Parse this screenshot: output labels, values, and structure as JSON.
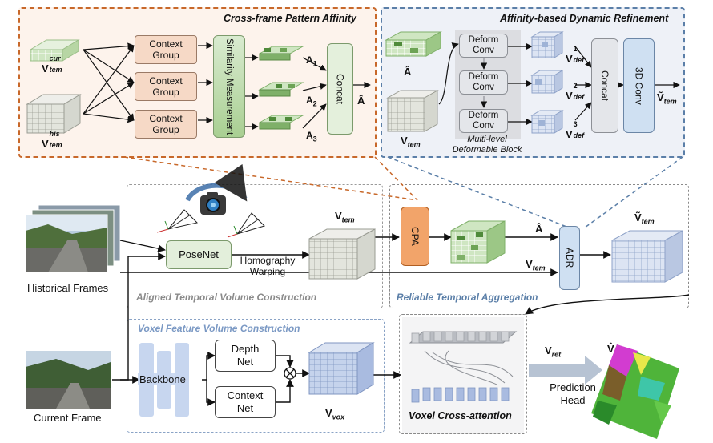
{
  "panels": {
    "cpa_title": "Cross-frame Pattern Affinity",
    "adr_title": "Affinity-based Dynamic Refinement",
    "atvc_title": "Aligned Temporal Volume Construction",
    "rta_title": "Reliable Temporal Aggregation",
    "vfvc_title": "Voxel Feature Volume Construction"
  },
  "cpa": {
    "context_group": "Context Group",
    "similarity": "Similarity Measurement",
    "concat": "Concat",
    "v_cur": "V",
    "v_cur_sup": "cur",
    "v_cur_sub": "tem",
    "v_his": "V",
    "v_his_sup": "his",
    "v_his_sub": "tem",
    "a1": "A",
    "a1_sub": "1",
    "a2": "A",
    "a2_sub": "2",
    "a3": "A",
    "a3_sub": "3",
    "a_hat": "Â"
  },
  "adr": {
    "a_hat": "Â",
    "v_tem": "V",
    "v_tem_sub": "tem",
    "deform_conv": "Deform Conv",
    "block_label": "Multi-level Deformable Block",
    "vdef1": "V",
    "vdef1_sup": "1",
    "vdef2": "V",
    "vdef2_sup": "2",
    "vdef3": "V",
    "vdef3_sup": "3",
    "def_sub": "def",
    "concat": "Concat",
    "conv3d": "3D Conv",
    "v_out": "Ṽ",
    "v_out_sub": "tem"
  },
  "middle": {
    "historical_frames": "Historical Frames",
    "current_frame": "Current Frame",
    "posenet": "PoseNet",
    "homography": "Homography Warping",
    "v_tem": "V",
    "v_tem_sub": "tem",
    "cpa": "CPA",
    "adr": "ADR",
    "a_hat": "Â",
    "v_tem2": "V",
    "v_tem2_sub": "tem",
    "v_tilde": "Ṽ",
    "v_tilde_sub": "tem"
  },
  "bottom": {
    "backbone": "Backbone",
    "depth_net": "Depth Net",
    "context_net": "Context Net",
    "v_vox": "V",
    "v_vox_sub": "vox",
    "voxel_cross_attention": "Voxel Cross-attention",
    "v_ret": "V",
    "v_ret_sub": "ret",
    "prediction_head": "Prediction Head",
    "v_hat": "V̂"
  },
  "colors": {
    "orange_dash": "#c8682a",
    "blue_dash": "#5b7fa8",
    "grey_dash": "#8a8a8a",
    "green_cube": "#7fb069",
    "blue_cube": "#9fb3d6",
    "grey_cube": "#c9ccc4"
  }
}
